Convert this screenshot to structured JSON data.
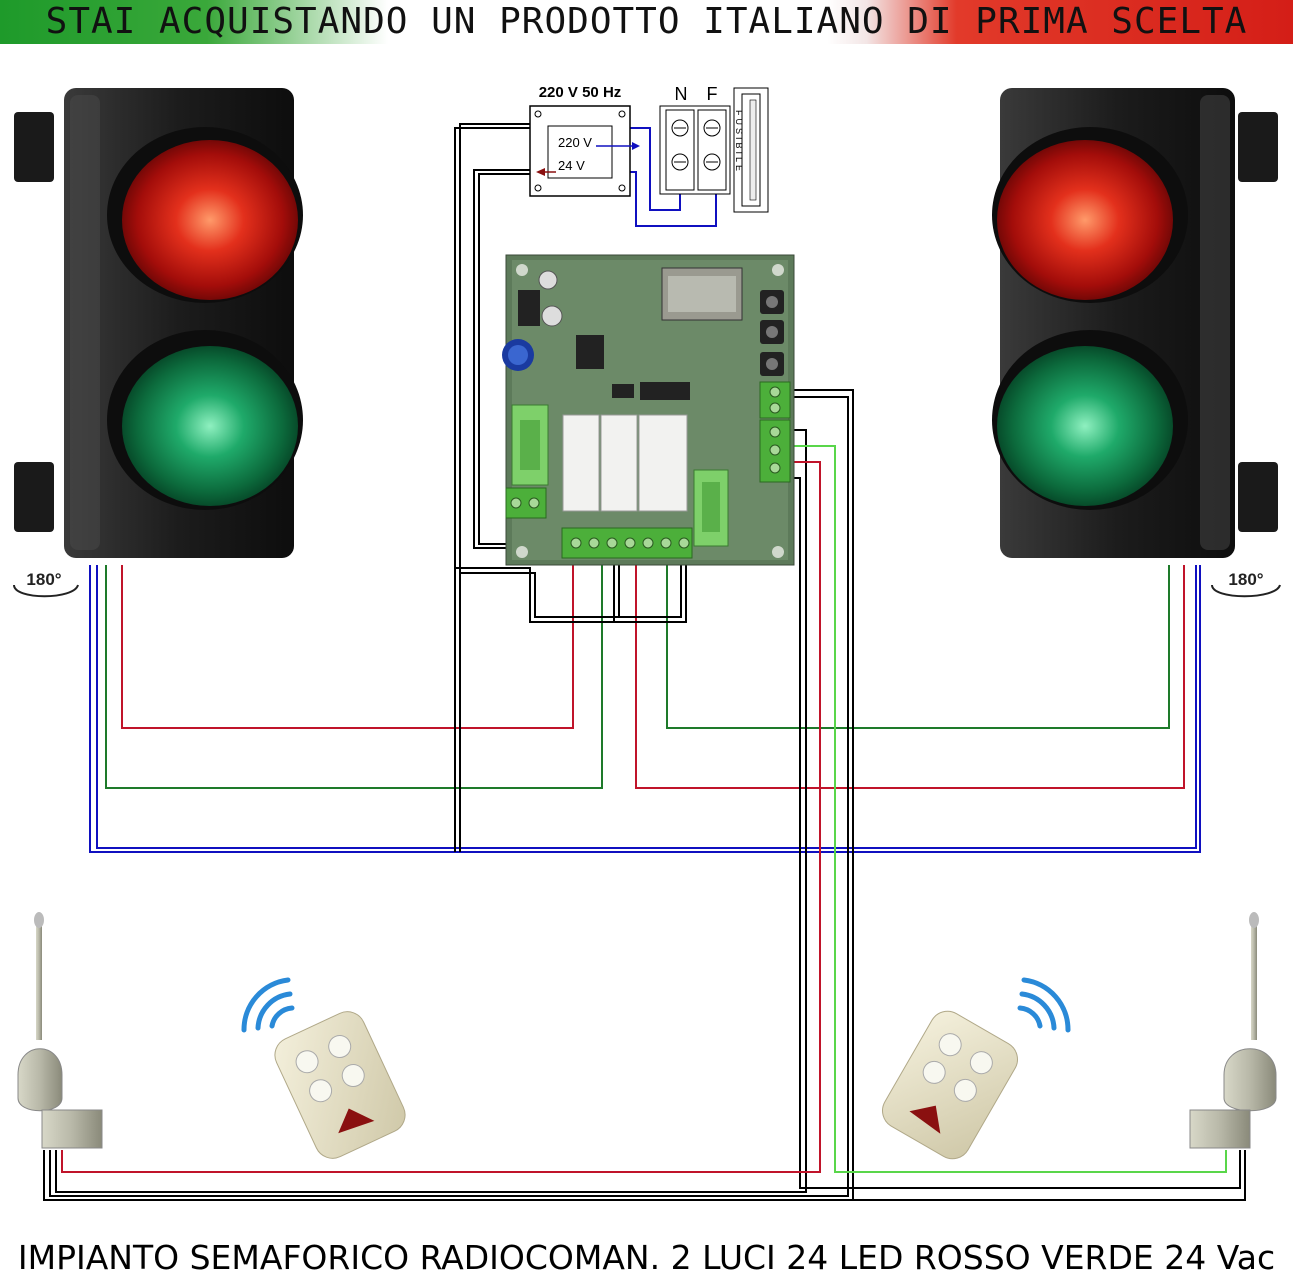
{
  "banner": {
    "text": "STAI ACQUISTANDO UN PRODOTTO ITALIANO DI PRIMA SCELTA"
  },
  "footer": {
    "text": "IMPIANTO SEMAFORICO RADIOCOMAN. 2 LUCI 24 LED ROSSO VERDE 24 Vac"
  },
  "transformer": {
    "title": "220 V 50 Hz",
    "in_label": "220 V",
    "out_label": "24 V"
  },
  "terminals": {
    "n_label": "N",
    "f_label": "F",
    "fuse_label": "FUSIBILE"
  },
  "rotation": {
    "left": "180°",
    "right": "180°"
  },
  "colors": {
    "red_wire": "#c0142a",
    "green_wire": "#1e7a2a",
    "blue_wire": "#1010c0",
    "black_wire": "#000000",
    "lightgreen_wire": "#59d64a",
    "board": "#5d7a5a"
  }
}
